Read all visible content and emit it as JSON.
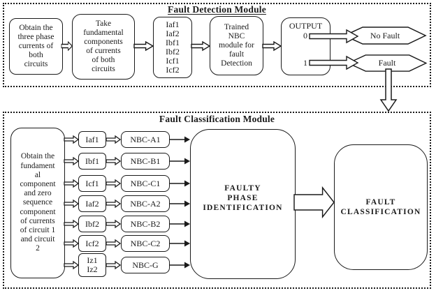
{
  "detection": {
    "title": "Fault Detection Module",
    "acquire": "Obtain the\nthree phase\ncurrents of\nboth\ncircuits",
    "fundamental": "Take\nfundamental\ncomponents\nof currents\nof both\ncircuits",
    "signals": "Iaf1\nIaf2\nIbf1\nIbf2\nIcf1\nIcf2",
    "nbc_module": "Trained\nNBC\nmodule for\nfault\nDetection",
    "output": {
      "label": "OUTPUT",
      "zero": "0",
      "one": "1"
    },
    "results": {
      "no_fault": "No Fault",
      "fault": "Fault"
    }
  },
  "classification": {
    "title": "Fault Classification Module",
    "source": "Obtain the\nfundament\nal\ncomponent\nand zero\nsequence\ncomponent\nof currents\nof circuit 1\nand circuit\n2",
    "rows": [
      {
        "input": "Iaf1",
        "nbc": "NBC-A1"
      },
      {
        "input": "Ibf1",
        "nbc": "NBC-B1"
      },
      {
        "input": "Icf1",
        "nbc": "NBC-C1"
      },
      {
        "input": "Iaf2",
        "nbc": "NBC-A2"
      },
      {
        "input": "Ibf2",
        "nbc": "NBC-B2"
      },
      {
        "input": "Icf2",
        "nbc": "NBC-C2"
      },
      {
        "input": "Iz1\nIz2",
        "nbc": "NBC-G"
      }
    ],
    "faulty_phase": "FAULTY\nPHASE\nIDENTIFICATION",
    "fault_classification": "FAULT\nCLASSIFICATION"
  },
  "colors": {
    "ink": "#1a1a1a",
    "paper": "#ffffff"
  }
}
